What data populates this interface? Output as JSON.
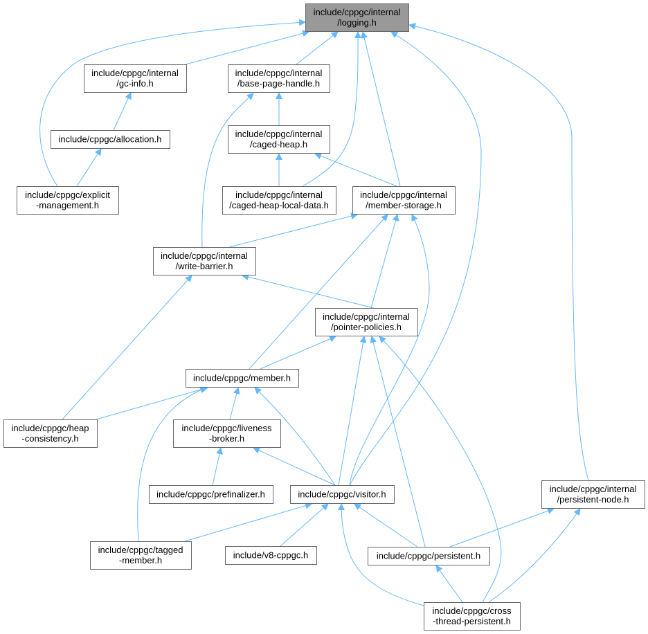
{
  "title": "include/cppgc/internal/logging.h",
  "colors": {
    "edge": "#63b8ff",
    "root_fill": "#999999",
    "node_border": "#666666"
  },
  "nodes": [
    {
      "id": "logging",
      "lines": [
        "include/cppgc/internal",
        "/logging.h"
      ],
      "root": true
    },
    {
      "id": "gc-info",
      "lines": [
        "include/cppgc/internal",
        "/gc-info.h"
      ]
    },
    {
      "id": "base-page-handle",
      "lines": [
        "include/cppgc/internal",
        "/base-page-handle.h"
      ]
    },
    {
      "id": "allocation",
      "lines": [
        "include/cppgc/allocation.h"
      ]
    },
    {
      "id": "caged-heap",
      "lines": [
        "include/cppgc/internal",
        "/caged-heap.h"
      ]
    },
    {
      "id": "explicit-management",
      "lines": [
        "include/cppgc/explicit",
        "-management.h"
      ]
    },
    {
      "id": "caged-heap-local-data",
      "lines": [
        "include/cppgc/internal",
        "/caged-heap-local-data.h"
      ]
    },
    {
      "id": "member-storage",
      "lines": [
        "include/cppgc/internal",
        "/member-storage.h"
      ]
    },
    {
      "id": "write-barrier",
      "lines": [
        "include/cppgc/internal",
        "/write-barrier.h"
      ]
    },
    {
      "id": "pointer-policies",
      "lines": [
        "include/cppgc/internal",
        "/pointer-policies.h"
      ]
    },
    {
      "id": "member",
      "lines": [
        "include/cppgc/member.h"
      ]
    },
    {
      "id": "heap-consistency",
      "lines": [
        "include/cppgc/heap",
        "-consistency.h"
      ]
    },
    {
      "id": "liveness-broker",
      "lines": [
        "include/cppgc/liveness",
        "-broker.h"
      ]
    },
    {
      "id": "prefinalizer",
      "lines": [
        "include/cppgc/prefinalizer.h"
      ]
    },
    {
      "id": "visitor",
      "lines": [
        "include/cppgc/visitor.h"
      ]
    },
    {
      "id": "persistent-node",
      "lines": [
        "include/cppgc/internal",
        "/persistent-node.h"
      ]
    },
    {
      "id": "tagged-member",
      "lines": [
        "include/cppgc/tagged",
        "-member.h"
      ]
    },
    {
      "id": "v8-cppgc",
      "lines": [
        "include/v8-cppgc.h"
      ]
    },
    {
      "id": "persistent",
      "lines": [
        "include/cppgc/persistent.h"
      ]
    },
    {
      "id": "cross-thread-persistent",
      "lines": [
        "include/cppgc/cross",
        "-thread-persistent.h"
      ]
    }
  ],
  "edges": [
    [
      "explicit-management",
      "logging"
    ],
    [
      "gc-info",
      "logging"
    ],
    [
      "base-page-handle",
      "logging"
    ],
    [
      "caged-heap-local-data",
      "logging"
    ],
    [
      "member-storage",
      "logging"
    ],
    [
      "visitor",
      "logging"
    ],
    [
      "persistent-node",
      "logging"
    ],
    [
      "allocation",
      "gc-info"
    ],
    [
      "explicit-management",
      "allocation"
    ],
    [
      "caged-heap",
      "base-page-handle"
    ],
    [
      "write-barrier",
      "base-page-handle"
    ],
    [
      "caged-heap-local-data",
      "caged-heap"
    ],
    [
      "member-storage",
      "caged-heap"
    ],
    [
      "write-barrier",
      "member-storage"
    ],
    [
      "member",
      "member-storage"
    ],
    [
      "pointer-policies",
      "member-storage"
    ],
    [
      "visitor",
      "member-storage"
    ],
    [
      "pointer-policies",
      "write-barrier"
    ],
    [
      "heap-consistency",
      "write-barrier"
    ],
    [
      "member",
      "pointer-policies"
    ],
    [
      "visitor",
      "pointer-policies"
    ],
    [
      "persistent",
      "pointer-policies"
    ],
    [
      "cross-thread-persistent",
      "pointer-policies"
    ],
    [
      "heap-consistency",
      "member"
    ],
    [
      "liveness-broker",
      "member"
    ],
    [
      "visitor",
      "member"
    ],
    [
      "tagged-member",
      "member"
    ],
    [
      "prefinalizer",
      "liveness-broker"
    ],
    [
      "visitor",
      "liveness-broker"
    ],
    [
      "tagged-member",
      "visitor"
    ],
    [
      "v8-cppgc",
      "visitor"
    ],
    [
      "persistent",
      "visitor"
    ],
    [
      "cross-thread-persistent",
      "visitor"
    ],
    [
      "persistent",
      "persistent-node"
    ],
    [
      "cross-thread-persistent",
      "persistent-node"
    ],
    [
      "cross-thread-persistent",
      "persistent"
    ]
  ]
}
